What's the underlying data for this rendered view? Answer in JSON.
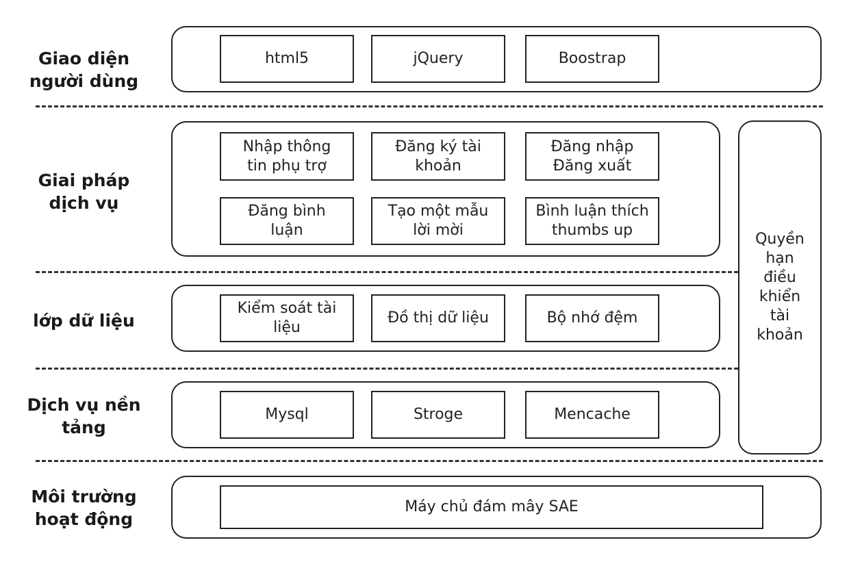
{
  "layers": [
    {
      "label": [
        "Giao diện",
        "người dùng"
      ],
      "boxes": [
        [
          "html5"
        ],
        [
          "jQuery"
        ],
        [
          "Boostrap"
        ]
      ]
    },
    {
      "label": [
        "Giai pháp",
        "dịch vụ"
      ],
      "boxes": [
        [
          "Nhập thông",
          "tin phụ trợ"
        ],
        [
          "Đăng ký tài",
          "khoản"
        ],
        [
          "Đăng nhập",
          "Đăng xuất"
        ],
        [
          "Đăng bình",
          "luận"
        ],
        [
          "Tạo một mẫu",
          "lời mời"
        ],
        [
          "Bình luận thích",
          "thumbs up"
        ]
      ]
    },
    {
      "label": [
        "lớp dữ liệu"
      ],
      "boxes": [
        [
          "Kiểm soát tài",
          "liệu"
        ],
        [
          "Đồ thị dữ liệu"
        ],
        [
          "Bộ nhớ đệm"
        ]
      ]
    },
    {
      "label": [
        "Dịch vụ nền",
        "tảng"
      ],
      "boxes": [
        [
          "Mysql"
        ],
        [
          "Stroge"
        ],
        [
          "Mencache"
        ]
      ]
    },
    {
      "label": [
        "Môi trường",
        "hoạt động"
      ],
      "boxes": [
        [
          "Máy chủ đám mây SAE"
        ]
      ]
    }
  ],
  "side_panel": {
    "lines": [
      "Quyền",
      "hạn",
      "điều",
      "khiển",
      "tài",
      "khoản"
    ]
  }
}
